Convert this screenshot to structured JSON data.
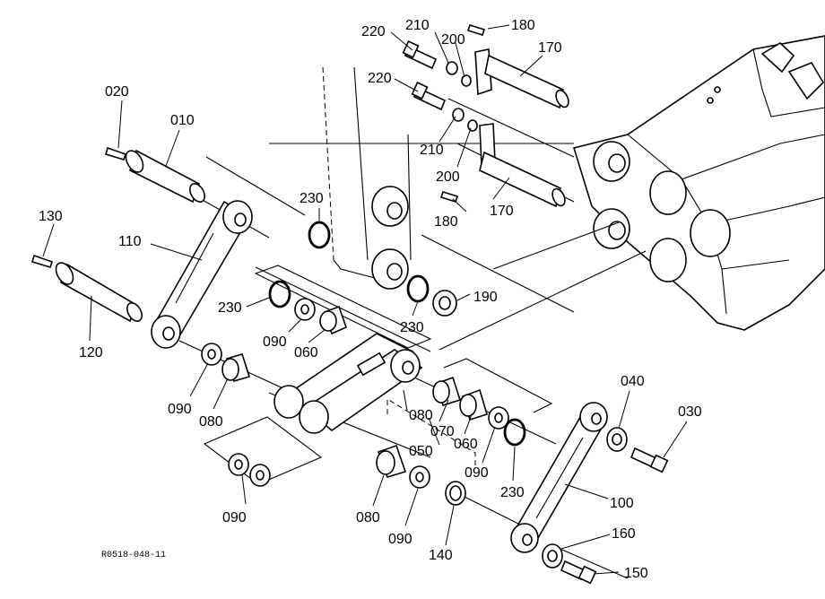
{
  "drawing_code": "R0518-048-11",
  "parts": [
    {
      "key": "p020",
      "number": "020"
    },
    {
      "key": "p010",
      "number": "010"
    },
    {
      "key": "p130",
      "number": "130"
    },
    {
      "key": "p110",
      "number": "110"
    },
    {
      "key": "p120",
      "number": "120"
    },
    {
      "key": "p220a",
      "number": "220"
    },
    {
      "key": "p210a",
      "number": "210"
    },
    {
      "key": "p200a",
      "number": "200"
    },
    {
      "key": "p180a",
      "number": "180"
    },
    {
      "key": "p170a",
      "number": "170"
    },
    {
      "key": "p220b",
      "number": "220"
    },
    {
      "key": "p210b",
      "number": "210"
    },
    {
      "key": "p200b",
      "number": "200"
    },
    {
      "key": "p180b",
      "number": "180"
    },
    {
      "key": "p170b",
      "number": "170"
    },
    {
      "key": "p230a",
      "number": "230"
    },
    {
      "key": "p230b",
      "number": "230"
    },
    {
      "key": "p230c",
      "number": "230"
    },
    {
      "key": "p190",
      "number": "190"
    },
    {
      "key": "p090a",
      "number": "090"
    },
    {
      "key": "p060a",
      "number": "060"
    },
    {
      "key": "p090b",
      "number": "090"
    },
    {
      "key": "p080a",
      "number": "080"
    },
    {
      "key": "p080b",
      "number": "080"
    },
    {
      "key": "p070",
      "number": "070"
    },
    {
      "key": "p060b",
      "number": "060"
    },
    {
      "key": "p050",
      "number": "050"
    },
    {
      "key": "p090c",
      "number": "090"
    },
    {
      "key": "p230d",
      "number": "230"
    },
    {
      "key": "p090d",
      "number": "090"
    },
    {
      "key": "p080c",
      "number": "080"
    },
    {
      "key": "p090e",
      "number": "090"
    },
    {
      "key": "p140",
      "number": "140"
    },
    {
      "key": "p040",
      "number": "040"
    },
    {
      "key": "p030",
      "number": "030"
    },
    {
      "key": "p100",
      "number": "100"
    },
    {
      "key": "p160",
      "number": "160"
    },
    {
      "key": "p150",
      "number": "150"
    }
  ]
}
